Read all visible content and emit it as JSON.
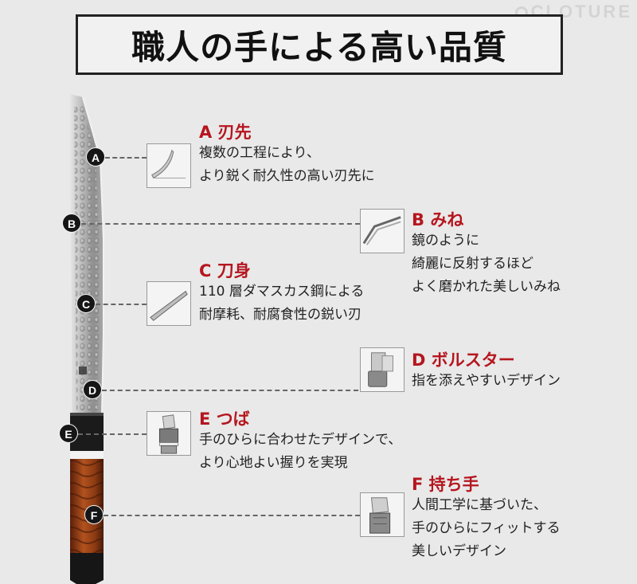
{
  "watermark": "CLOTURE",
  "title": "職人の手による高い品質",
  "features": [
    {
      "marker": "A",
      "title": "A 刃先",
      "lines": [
        "複数の工程により、",
        "より鋭く耐久性の高い刃先に"
      ],
      "thumb_icon": "blade-edge-icon"
    },
    {
      "marker": "B",
      "title": "B みね",
      "lines": [
        "鏡のように",
        "綺麗に反射するほど",
        "よく磨かれた美しいみね"
      ],
      "thumb_icon": "blade-spine-icon"
    },
    {
      "marker": "C",
      "title": "C 刀身",
      "lines": [
        "110 層ダマスカス鋼による",
        "耐摩耗、耐腐食性の鋭い刃"
      ],
      "thumb_icon": "blade-body-icon"
    },
    {
      "marker": "D",
      "title": "D ボルスター",
      "lines": [
        "指を添えやすいデザイン"
      ],
      "thumb_icon": "bolster-icon"
    },
    {
      "marker": "E",
      "title": "E つば",
      "lines": [
        "手のひらに合わせたデザインで、",
        "より心地よい握りを実現"
      ],
      "thumb_icon": "tsuba-icon"
    },
    {
      "marker": "F",
      "title": "F 持ち手",
      "lines": [
        "人間工学に基づいた、",
        "手のひらにフィットする",
        "美しいデザイン"
      ],
      "thumb_icon": "handle-icon"
    }
  ],
  "colors": {
    "accent": "#b5161f",
    "background": "#e9e9e9",
    "handle_wood": "#b2521e"
  }
}
